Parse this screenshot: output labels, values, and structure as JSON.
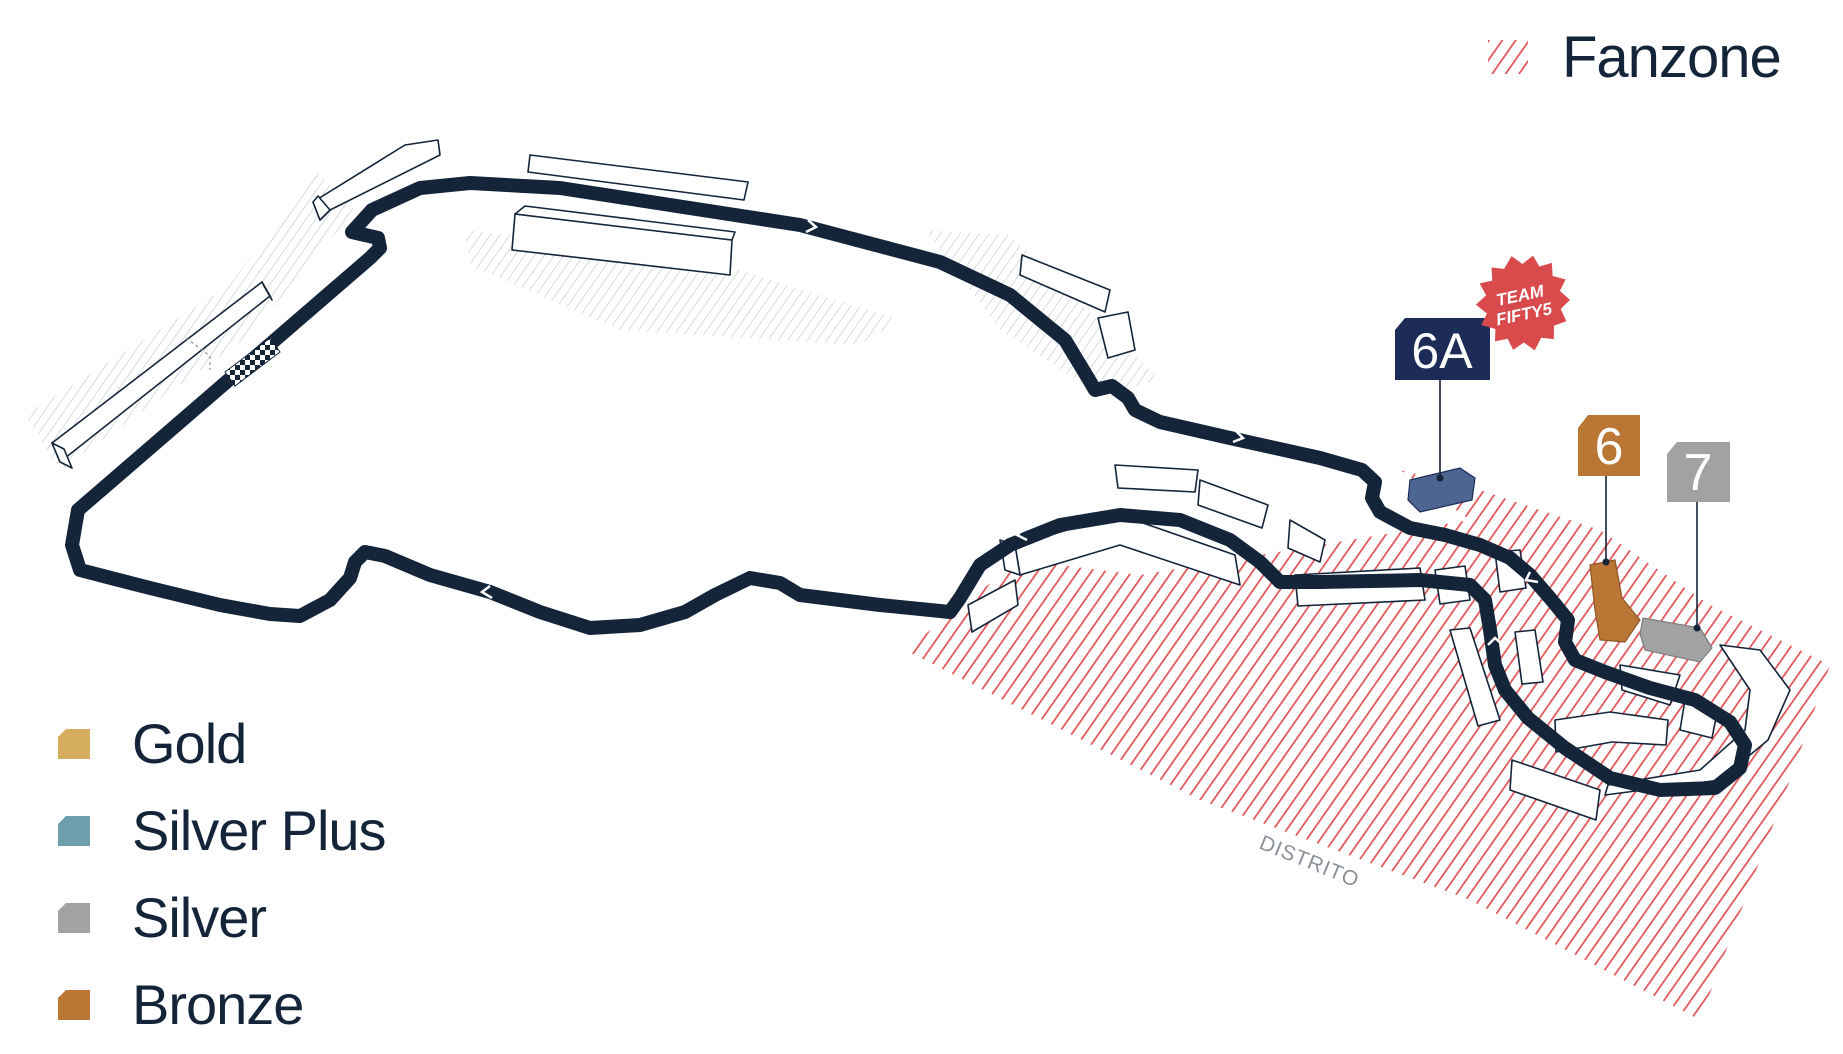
{
  "legend_top": {
    "label": "Fanzone",
    "icon": "hatch-swatch-icon",
    "color": "#e05558"
  },
  "legend": [
    {
      "label": "Gold",
      "color": "#d6ad5e"
    },
    {
      "label": "Silver Plus",
      "color": "#6d9eac"
    },
    {
      "label": "Silver",
      "color": "#a2a2a2"
    },
    {
      "label": "Bronze",
      "color": "#ba7634"
    }
  ],
  "markers": {
    "m6a": {
      "label": "6A",
      "color": "#1c2c57"
    },
    "m6": {
      "label": "6",
      "color": "#ba7634"
    },
    "m7": {
      "label": "7",
      "color": "#a2a2a2"
    }
  },
  "badge": {
    "line1": "TEAM",
    "line2": "FIFTY5",
    "color": "#d94a4d"
  },
  "area_label": "DISTRITO",
  "colors": {
    "track": "#14253a",
    "fanzone": "#e05558",
    "background": "#ffffff"
  }
}
